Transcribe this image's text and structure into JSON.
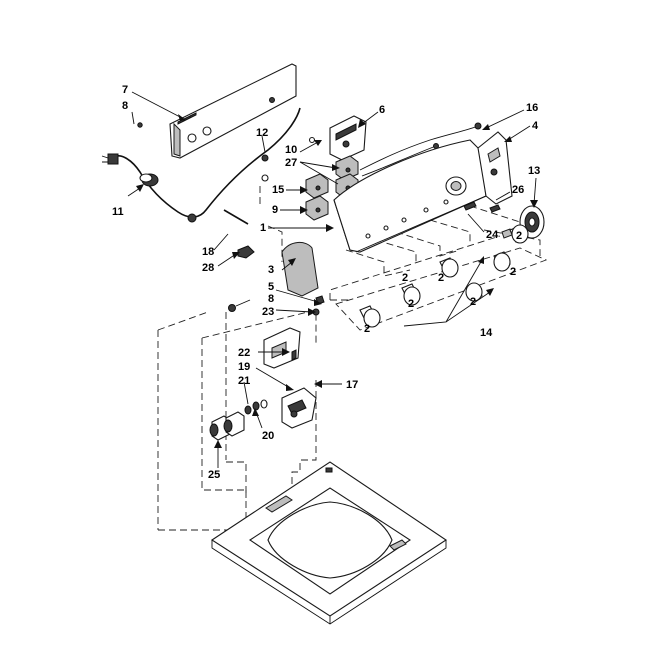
{
  "callouts": [
    {
      "id": "c7",
      "text": "7"
    },
    {
      "id": "c8a",
      "text": "8"
    },
    {
      "id": "c11",
      "text": "11"
    },
    {
      "id": "c12",
      "text": "12"
    },
    {
      "id": "c6",
      "text": "6"
    },
    {
      "id": "c10",
      "text": "10"
    },
    {
      "id": "c27",
      "text": "27"
    },
    {
      "id": "c15",
      "text": "15"
    },
    {
      "id": "c9",
      "text": "9"
    },
    {
      "id": "c1",
      "text": "1"
    },
    {
      "id": "c18",
      "text": "18"
    },
    {
      "id": "c28",
      "text": "28"
    },
    {
      "id": "c16",
      "text": "16"
    },
    {
      "id": "c4",
      "text": "4"
    },
    {
      "id": "c13",
      "text": "13"
    },
    {
      "id": "c26",
      "text": "26"
    },
    {
      "id": "c24",
      "text": "24"
    },
    {
      "id": "c2a",
      "text": "2"
    },
    {
      "id": "c2b",
      "text": "2"
    },
    {
      "id": "c2c",
      "text": "2"
    },
    {
      "id": "c2d",
      "text": "2"
    },
    {
      "id": "c2e",
      "text": "2"
    },
    {
      "id": "c2f",
      "text": "2"
    },
    {
      "id": "c2g",
      "text": "2"
    },
    {
      "id": "c14",
      "text": "14"
    },
    {
      "id": "c3",
      "text": "3"
    },
    {
      "id": "c5",
      "text": "5"
    },
    {
      "id": "c8b",
      "text": "8"
    },
    {
      "id": "c23",
      "text": "23"
    },
    {
      "id": "c22",
      "text": "22"
    },
    {
      "id": "c19",
      "text": "19"
    },
    {
      "id": "c21",
      "text": "21"
    },
    {
      "id": "c20",
      "text": "20"
    },
    {
      "id": "c17",
      "text": "17"
    },
    {
      "id": "c25",
      "text": "25"
    }
  ]
}
